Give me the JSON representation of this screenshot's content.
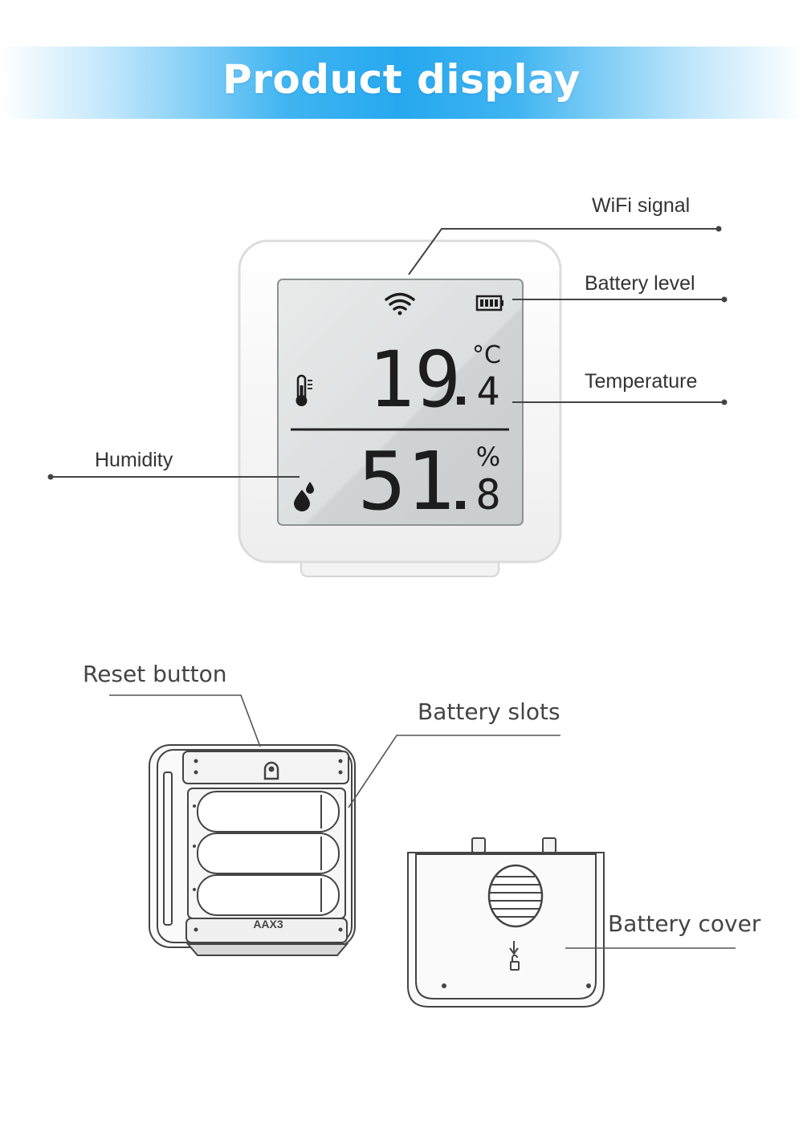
{
  "header": {
    "title": "Product display",
    "color_from": "#bfe6fb",
    "color_to": "#27a8ef"
  },
  "device_display": {
    "temperature_integer": "19",
    "temperature_decimal": "4",
    "temperature_unit": "°C",
    "humidity_integer": "51",
    "humidity_decimal": "8",
    "humidity_unit": "%",
    "icons": [
      "wifi-icon",
      "battery-icon",
      "thermometer-icon",
      "water-drop-icon"
    ]
  },
  "callouts": {
    "wifi": "WiFi signal",
    "battery_level": "Battery level",
    "temperature": "Temperature",
    "humidity": "Humidity",
    "reset_button": "Reset button",
    "battery_slots": "Battery slots",
    "battery_cover": "Battery cover"
  },
  "back_view": {
    "battery_marking": "AAX3"
  }
}
